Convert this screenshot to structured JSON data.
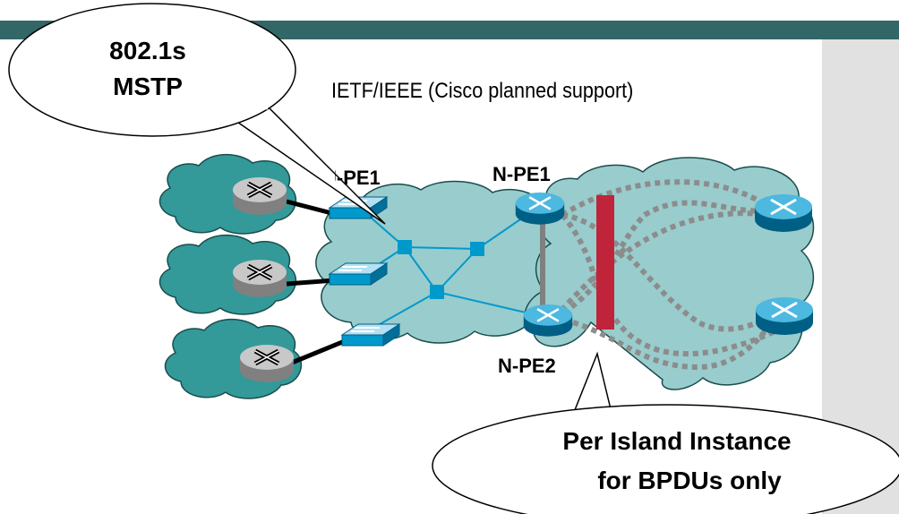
{
  "heading": "IETF/IEEE (Cisco planned support)",
  "callout_top": {
    "line1": "802.1s",
    "line2": "MSTP"
  },
  "callout_bottom": {
    "line1": "Per Island Instance",
    "line2": "for BPDUs only"
  },
  "labels": {
    "upe1": "U-PE1",
    "npe1": "N-PE1",
    "npe2": "N-PE2"
  },
  "colors": {
    "title_bar": "#336666",
    "side_panel": "#e1e1e1",
    "cloud_fill": "#99cccc",
    "customer_cloud_fill": "#339999",
    "link_color": "#0099cc",
    "mstp_node": "#0099cc",
    "switch_fill": "#0099cc",
    "router_blue": "#0080b8",
    "router_gray": "#a6a6a6",
    "island_boundary": "#c0243a",
    "pseudowire_dots": "#8c8c8c"
  },
  "icons": [
    "cloud-icon",
    "router-icon",
    "switch-icon",
    "red-boundary"
  ]
}
